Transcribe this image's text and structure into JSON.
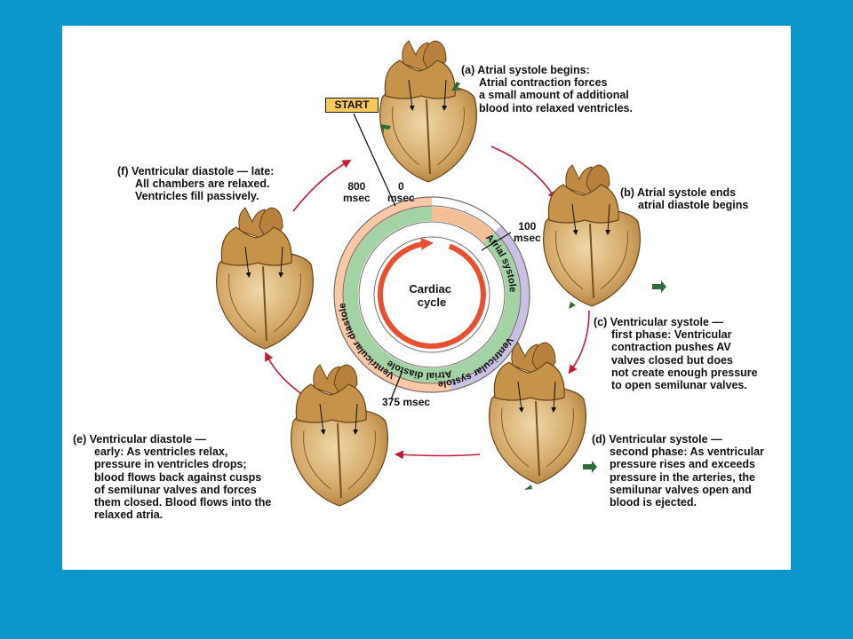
{
  "start_label": "START",
  "center_label": [
    "Cardiac",
    "cycle"
  ],
  "ring_labels": {
    "atrial_systole": "Atrial systole",
    "atrial_diastole": "Atrial diastole",
    "ventricular_diastole": "Ventricular diastole",
    "ventricular_systole": "Ventricular systole"
  },
  "time_labels": {
    "t800": [
      "800",
      "msec"
    ],
    "t0": [
      "0",
      "msec"
    ],
    "t100": [
      "100",
      "msec"
    ],
    "t375": "375 msec"
  },
  "captions": {
    "a": [
      "(a) Atrial systole begins:",
      "Atrial contraction forces",
      "a small amount of additional",
      "blood into relaxed ventricles."
    ],
    "b": [
      "(b) Atrial systole ends",
      "atrial diastole begins"
    ],
    "c": [
      "(c) Ventricular systole —",
      "first phase: Ventricular",
      "contraction pushes AV",
      "valves closed but does",
      "not create enough pressure",
      "to open semilunar valves."
    ],
    "d": [
      "(d) Ventricular systole —",
      "second phase: As ventricular",
      "pressure rises and exceeds",
      "pressure in the arteries, the",
      "semilunar valves open and",
      "blood is ejected."
    ],
    "e": [
      "(e) Ventricular diastole —",
      "early: As ventricles relax,",
      "pressure in ventricles drops;",
      "blood flows back against cusps",
      "of semilunar valves and forces",
      "them closed.  Blood flows into the",
      "relaxed atria."
    ],
    "f": [
      "(f) Ventricular diastole — late:",
      "All chambers are relaxed.",
      "Ventricles fill passively."
    ]
  },
  "colors": {
    "background": "#0b97cc",
    "panel": "#ffffff",
    "atrial_systole": "#f4bf97",
    "atrial_diastole": "#a3d2a4",
    "ventricular_diastole": "#f9c9a7",
    "ventricular_systole": "#c8c2e2",
    "cycle_arrow": "#e8502f",
    "cycle_arrows_outer": "#c31d33",
    "heart_tan": "#c6934b",
    "heart_red": "#e56a4c",
    "green_arrow": "#2f6b3a"
  }
}
